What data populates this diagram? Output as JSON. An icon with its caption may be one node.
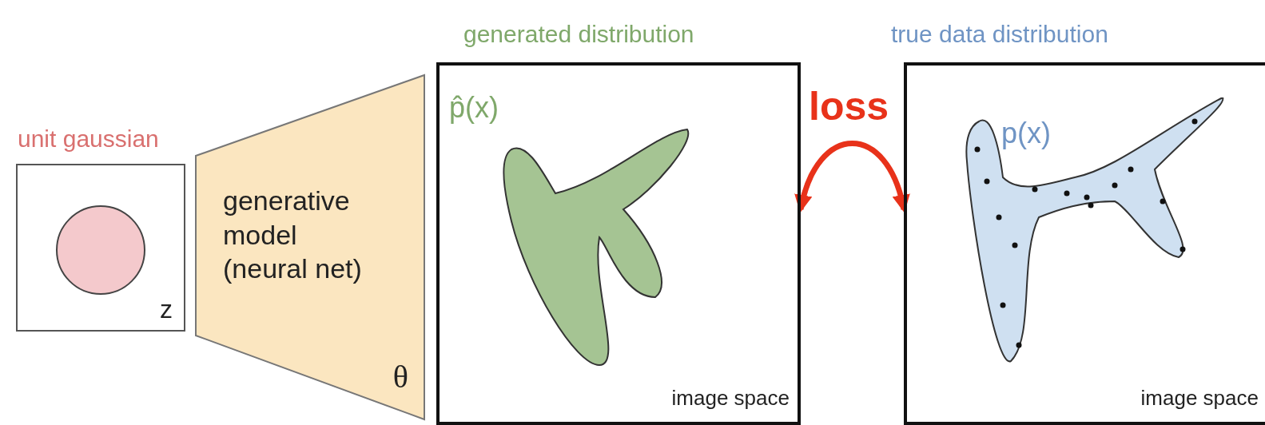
{
  "diagram": {
    "nodes": [
      {
        "text": [
          "unit gaussian",
          "z"
        ]
      },
      {
        "text": [],
        "shape": "circle",
        "in": 0
      },
      {
        "text": [
          "generative model (neural net)",
          "θ"
        ]
      },
      {
        "text": [
          "generated distribution",
          "p̂(x)",
          "image space"
        ]
      },
      {
        "text": [
          "true data distribution",
          "p(x)",
          "image space"
        ]
      }
    ],
    "edges": [
      {
        "from": 3,
        "to": 4,
        "arrow": "both",
        "label": "loss",
        "color": "#e8321a"
      }
    ]
  }
}
